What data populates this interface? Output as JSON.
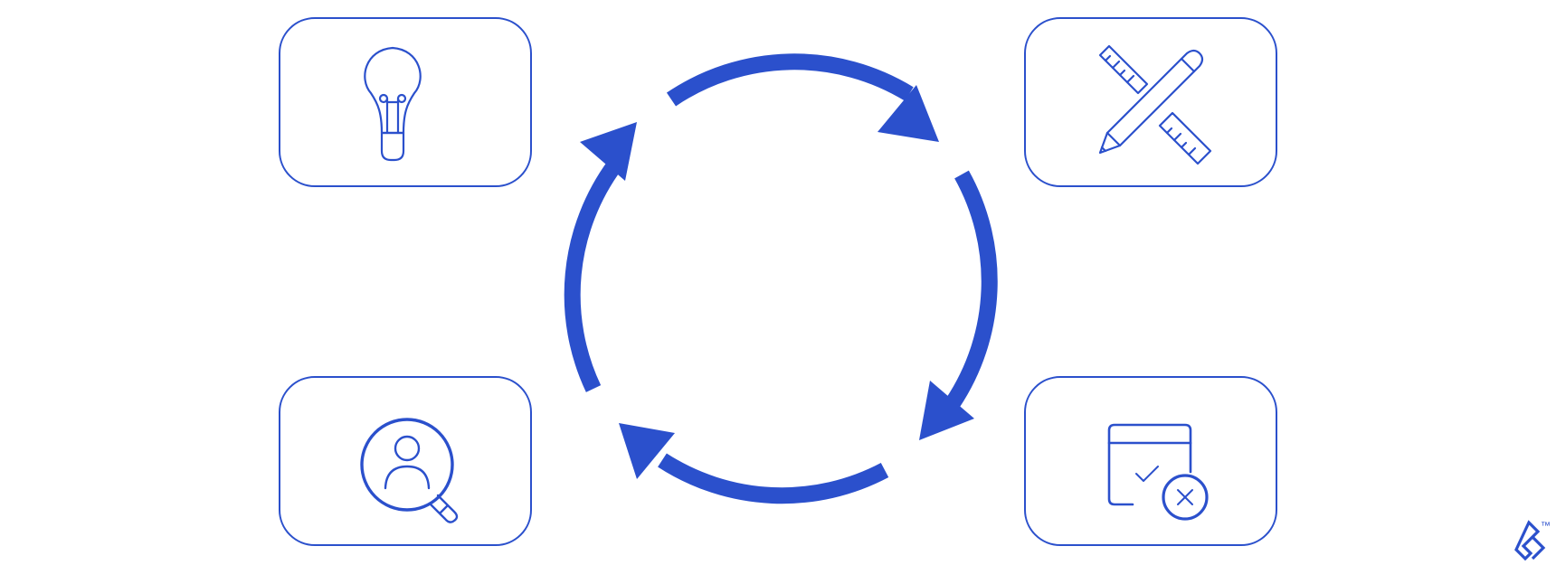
{
  "diagram": {
    "type": "cycle",
    "accent_color": "#2b50cc",
    "background_color": "#ffffff",
    "nodes": [
      {
        "icon": "lightbulb-icon",
        "position": "top-left"
      },
      {
        "icon": "ruler-pencil-icon",
        "position": "top-right"
      },
      {
        "icon": "calendar-check-cancel-icon",
        "position": "bottom-right"
      },
      {
        "icon": "user-search-icon",
        "position": "bottom-left"
      }
    ],
    "cycle_arrows": [
      {
        "direction": "clockwise",
        "segment": "top"
      },
      {
        "direction": "clockwise",
        "segment": "right"
      },
      {
        "direction": "clockwise",
        "segment": "bottom"
      },
      {
        "direction": "clockwise",
        "segment": "left"
      }
    ]
  },
  "brand": {
    "logo_icon": "toptal-logo-icon",
    "trademark": "™"
  }
}
